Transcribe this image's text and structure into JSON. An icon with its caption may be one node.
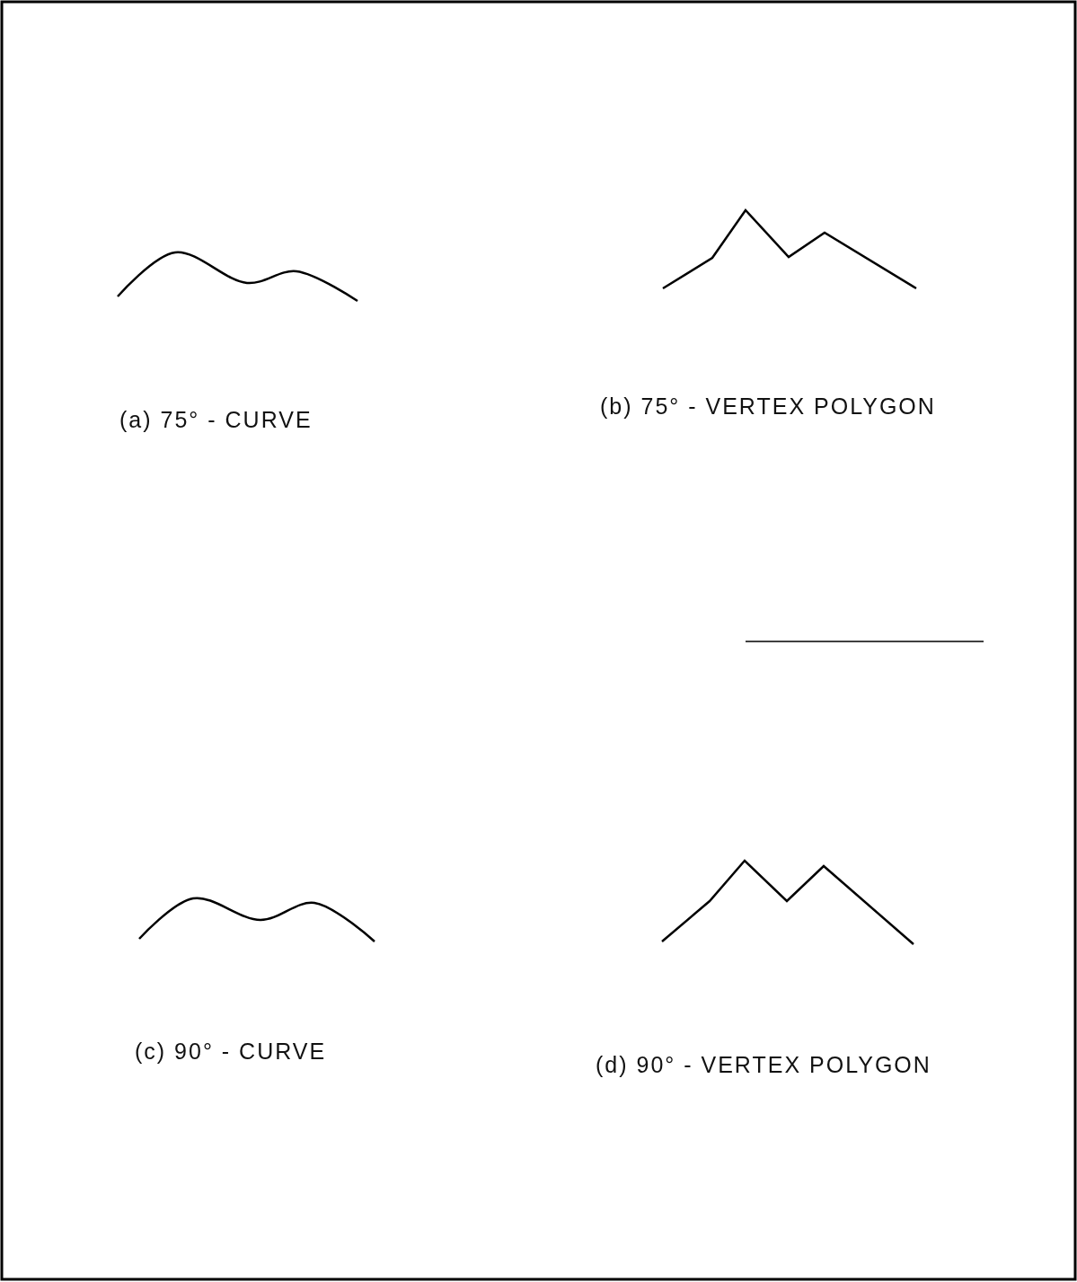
{
  "diagram": {
    "labels": [
      "(a) 75° - CURVE",
      "(b) 75° - VERTEX POLYGON",
      "(c) 90° - CURVE",
      "(d) 90° - VERTEX POLYGON"
    ]
  }
}
